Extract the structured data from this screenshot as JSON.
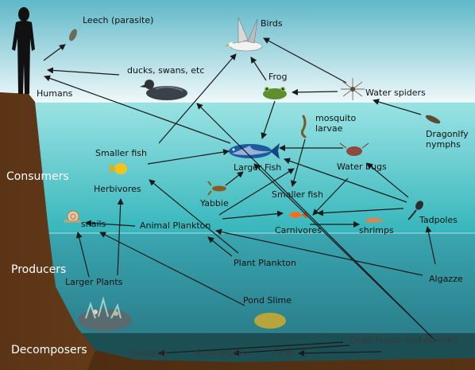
{
  "zones": {
    "consumers": "Consumers",
    "producers": "Producers",
    "decomposers": "Decomposers"
  },
  "organisms": {
    "leech": "Leech (parasite)",
    "birds": "Birds",
    "humans": "Humans",
    "ducks": "ducks, swans, etc",
    "frog": "Frog",
    "water_spiders": "Water spiders",
    "mosquito_larvae": "mosquito\nlarvae",
    "dragonfly_nymphs": "Dragonlfy\nnymphs",
    "smaller_fish_top": "Smaller fish",
    "larger_fish": "Larger Fish",
    "water_bugs": "Water bugs",
    "herbivores": "Herbivores",
    "yabbie": "Yabbie",
    "smaller_fish_mid": "Smaller fish",
    "tadpoles": "Tadpoles",
    "snails": "snails",
    "animal_plankton": "Animal Plankton",
    "carnivores": "Carnivores",
    "shrimps": "shrimps",
    "plant_plankton": "Plant Plankton",
    "larger_plants": "Larger Plants",
    "algazze": "Algazze",
    "pond_slime": "Pond Slime",
    "dead_plants": "Dead Plants and Animals",
    "bacteria": "Bacteria",
    "scavengers": "Scavengers",
    "fungi": "Fungi"
  },
  "colors": {
    "sky_top": "#5fb8c8",
    "sky_bottom": "#e8f6f8",
    "water_top": "#7fd9dc",
    "water_bottom": "#2aa9b0",
    "deep": "#2b7f8e",
    "bank": "#6b3f1c",
    "floor": "#1b4e52",
    "arrow": "#1a1a1a"
  }
}
